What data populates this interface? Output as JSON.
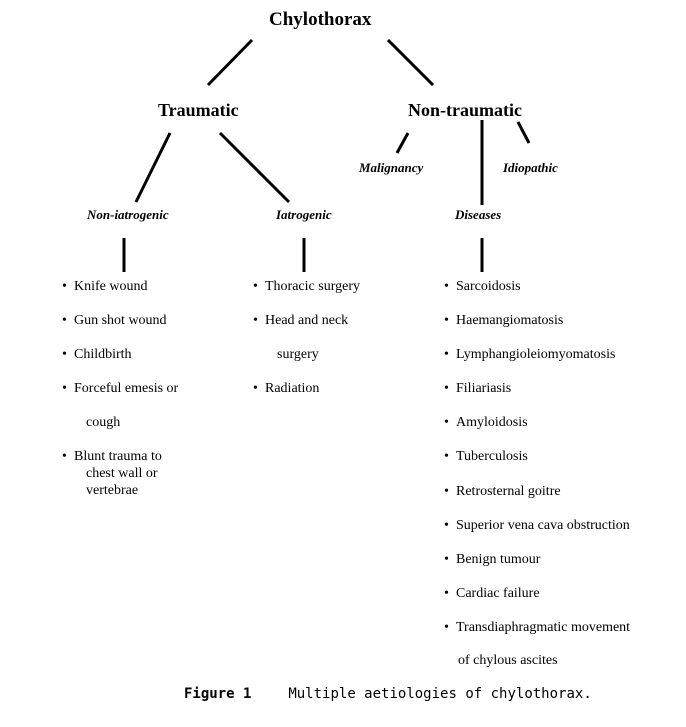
{
  "diagram": {
    "root": "Chylothorax",
    "traumatic": "Traumatic",
    "non_traumatic": "Non-traumatic",
    "non_iatrogenic": "Non-iatrogenic",
    "iatrogenic": "Iatrogenic",
    "malignancy": "Malignancy",
    "idiopathic": "Idiopathic",
    "diseases": "Diseases",
    "bullet": "•",
    "non_iatrogenic_items": {
      "i0": "Knife wound",
      "i1": "Gun shot wound",
      "i2": "Childbirth",
      "i3a": "Forceful emesis or",
      "i3b": "cough",
      "i4a": "Blunt trauma to",
      "i4b": "chest wall or",
      "i4c": "vertebrae"
    },
    "iatrogenic_items": {
      "i0": "Thoracic surgery",
      "i1a": "Head and neck",
      "i1b": "surgery",
      "i2": "Radiation"
    },
    "disease_items": {
      "i0": "Sarcoidosis",
      "i1": "Haemangiomatosis",
      "i2": "Lymphangioleiomyomatosis",
      "i3": "Filiariasis",
      "i4": "Amyloidosis",
      "i5": "Tuberculosis",
      "i6": "Retrosternal goitre",
      "i7": "Superior vena cava obstruction",
      "i8": "Benign tumour",
      "i9": "Cardiac failure",
      "i10a": "Transdiaphragmatic movement",
      "i10b": "of chylous ascites"
    }
  },
  "caption": {
    "figure": "Figure 1",
    "text": "Multiple aetiologies of chylothorax."
  }
}
